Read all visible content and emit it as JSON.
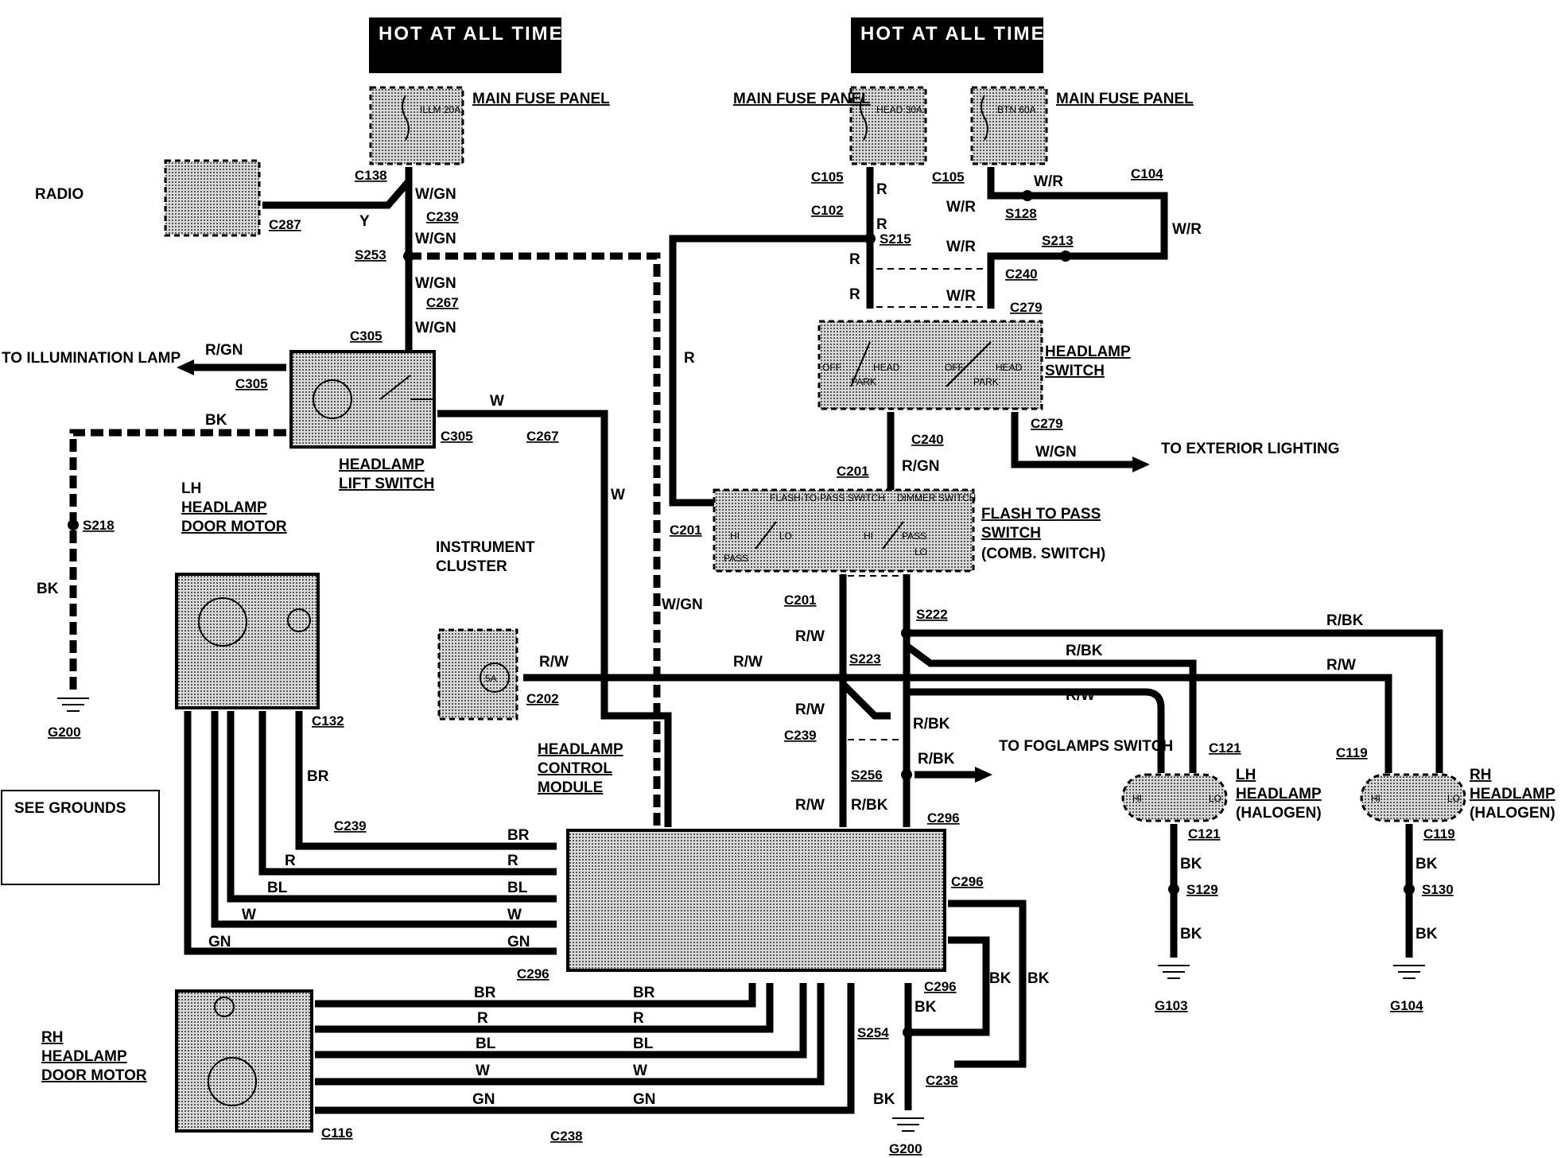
{
  "hot_label_1": "HOT AT ALL TIMES",
  "hot_label_2": "HOT AT ALL TIMES",
  "fuse_panel_label_1": "MAIN FUSE PANEL",
  "fuse_panel_label_2": "MAIN FUSE PANEL",
  "fuse_panel_label_3": "MAIN FUSE PANEL",
  "fuse_illum": "ILLM 20A",
  "fuse_head": "HEAD 30A",
  "fuse_btn": "BTN 60A",
  "component_radio": "RADIO",
  "component_headlamp_switch": "HEADLAMP SWITCH",
  "component_headlamp_lift_switch": "HEADLAMP LIFT SWITCH",
  "component_flash_to_pass": "FLASH TO PASS SWITCH (COMB. SWITCH)",
  "component_instrument_cluster": "INSTRUMENT CLUSTER",
  "component_headlamp_control_module": "HEADLAMP CONTROL MODULE",
  "component_lh_door_motor": "LH HEADLAMP DOOR MOTOR",
  "component_rh_door_motor": "RH HEADLAMP DOOR MOTOR",
  "component_lh_headlamp": "LH HEADLAMP (HALOGEN)",
  "component_rh_headlamp": "RH HEADLAMP (HALOGEN)",
  "to_illumination_lamp": "TO ILLUMINATION LAMP",
  "to_exterior_lighting": "TO EXTERIOR LIGHTING",
  "to_foglamps_switch": "TO FOGLAMPS SWITCH",
  "see_grounds": "SEE GROUNDS",
  "switch_inner_labels": [
    "OFF",
    "HEAD",
    "PARK",
    "OFF",
    "HEAD",
    "PARK"
  ],
  "ftp_inner_labels": [
    "FLASH-TO-PASS SWITCH",
    "DIMMER SWITCH",
    "HI",
    "LO",
    "PASS",
    "HI",
    "PASS",
    "LO"
  ],
  "cluster_fuse": "5A",
  "lamp_inner": [
    "HI",
    "LO"
  ],
  "wire_colors": {
    "wgn": "W/GN",
    "y": "Y",
    "rgn": "R/GN",
    "bk": "BK",
    "w": "W",
    "r": "R",
    "wr": "W/R",
    "rw": "R/W",
    "rbk": "R/BK",
    "br": "BR",
    "bl": "BL",
    "gn": "GN"
  },
  "connectors": {
    "c138": "C138",
    "c287": "C287",
    "c239": "C239",
    "c267": "C267",
    "c305": "C305",
    "c105": "C105",
    "c102": "C102",
    "c104": "C104",
    "c240": "C240",
    "c279": "C279",
    "c201": "C201",
    "c202": "C202",
    "c296": "C296",
    "c132": "C132",
    "c121": "C121",
    "c119": "C119",
    "c238": "C238",
    "c116": "C116"
  },
  "splices": {
    "s253": "S253",
    "s215": "S215",
    "s128": "S128",
    "s213": "S213",
    "s218": "S218",
    "s222": "S222",
    "s223": "S223",
    "s256": "S256",
    "s254": "S254",
    "s129": "S129",
    "s130": "S130"
  },
  "grounds": {
    "g200": "G200",
    "g103": "G103",
    "g104": "G104"
  }
}
